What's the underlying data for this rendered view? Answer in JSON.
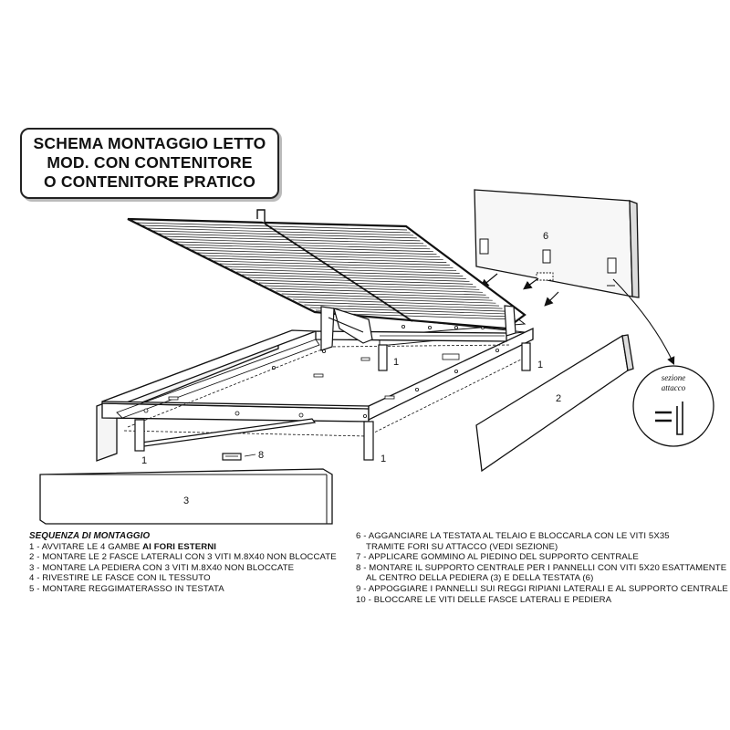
{
  "title": {
    "line1": "SCHEMA MONTAGGIO LETTO",
    "line2": "MOD. CON CONTENITORE",
    "line3": "O CONTENITORE PRATICO"
  },
  "part_labels": {
    "headboard": "6",
    "side_panel": "2",
    "footboard": "3",
    "center_support": "8",
    "leg_back_left": "1",
    "leg_back_right": "1",
    "leg_front_left": "1",
    "leg_front_right": "1"
  },
  "detail": {
    "line1": "sezione",
    "line2": "attacco"
  },
  "sequence": {
    "title": "SEQUENZA DI MONTAGGIO",
    "step1_text": "1 - AVVITARE LE 4 GAMBE ",
    "step1_bold": "AI FORI ESTERNI",
    "step2": "2 - MONTARE LE 2 FASCE LATERALI CON 3 VITI M.8X40 NON BLOCCATE",
    "step3": "3 - MONTARE LA PEDIERA CON 3 VITI M.8X40 NON BLOCCATE",
    "step4": "4 - RIVESTIRE LE FASCE CON IL TESSUTO",
    "step5": "5 - MONTARE REGGIMATERASSO IN TESTATA",
    "step6_line1": "6 - AGGANCIARE LA TESTATA AL TELAIO E BLOCCARLA CON LE VITI 5X35",
    "step6_line2": "TRAMITE FORI SU ATTACCO (VEDI SEZIONE)",
    "step7": "7 - APPLICARE GOMMINO AL PIEDINO DEL SUPPORTO CENTRALE",
    "step8_line1": "8 - MONTARE IL SUPPORTO CENTRALE PER I PANNELLI CON VITI 5X20 ESATTAMENTE",
    "step8_line2": "AL CENTRO DELLA PEDIERA (3) E DELLA TESTATA (6)",
    "step9": "9 - APPOGGIARE I PANNELLI SUI REGGI RIPIANI LATERALI E AL SUPPORTO CENTRALE",
    "step10": "10 - BLOCCARE LE VITI DELLE FASCE LATERALI E PEDIERA"
  }
}
